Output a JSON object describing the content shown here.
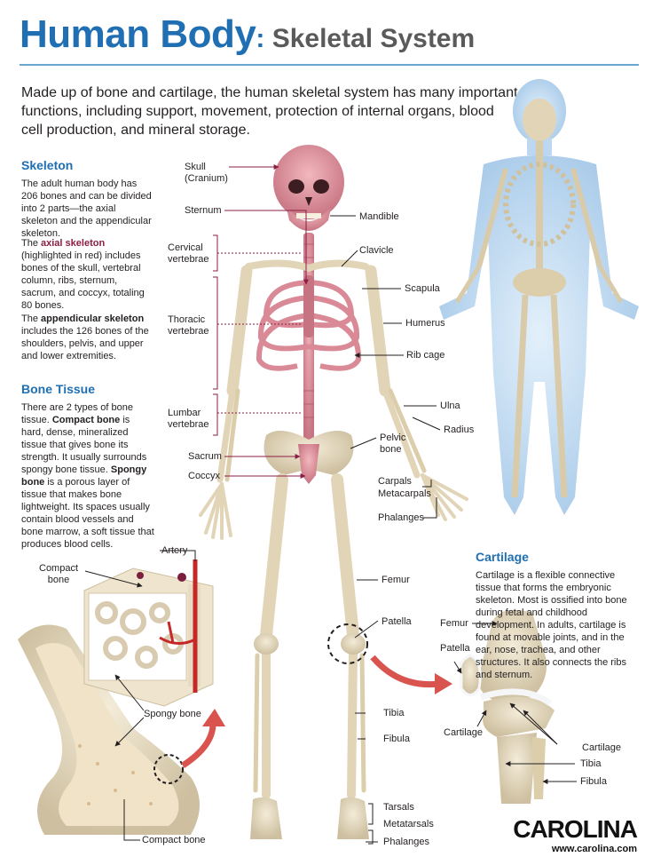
{
  "header": {
    "title_main": "Human Body",
    "title_colon": ":",
    "title_sub": " Skeletal System",
    "intro": "Made up of bone and cartilage, the human skeletal system has many important functions, including support, movement, protection of internal organs, blood cell production, and mineral storage."
  },
  "skeleton_section": {
    "heading": "Skeleton",
    "p1": "The adult human body has 206 bones and can be divided into 2 parts—the axial skeleton and the appendicular skeleton.",
    "p2_pre": "The ",
    "p2_bold": "axial skeleton",
    "p2_post": " (highlighted in red) includes bones of the skull, vertebral column, ribs, sternum, sacrum, and coccyx, totaling 80 bones.",
    "p3_pre": "The ",
    "p3_bold": "appendicular skeleton",
    "p3_post": " includes the 126 bones of the shoulders, pelvis, and upper and lower extremities."
  },
  "bone_tissue_section": {
    "heading": "Bone Tissue",
    "p1_pre": "There are 2 types of bone tissue. ",
    "p1_bold1": "Compact bone",
    "p1_mid": " is hard, dense, mineralized tissue that gives bone its strength. It usually surrounds spongy bone tissue. ",
    "p1_bold2": "Spongy bone",
    "p1_post": " is a porous layer of tissue that makes bone lightweight. Its spaces usually contain blood vessels and bone marrow, a soft tissue that produces blood cells."
  },
  "labels": {
    "skull": "Skull",
    "cranium": "(Cranium)",
    "sternum": "Sternum",
    "mandible": "Mandible",
    "cervical1": "Cervical",
    "cervical2": "vertebrae",
    "clavicle": "Clavicle",
    "scapula": "Scapula",
    "thoracic1": "Thoracic",
    "thoracic2": "vertebrae",
    "humerus": "Humerus",
    "ribcage": "Rib cage",
    "ulna": "Ulna",
    "lumbar1": "Lumbar",
    "lumbar2": "vertebrae",
    "radius": "Radius",
    "pelvic1": "Pelvic",
    "pelvic2": "bone",
    "sacrum": "Sacrum",
    "coccyx": "Coccyx",
    "carpals": "Carpals",
    "metacarpals": "Metacarpals",
    "phalanges_hand": "Phalanges",
    "artery": "Artery",
    "compact1": "Compact",
    "compact2": "bone",
    "femur": "Femur",
    "patella": "Patella",
    "spongy": "Spongy bone",
    "tibia": "Tibia",
    "fibula": "Fibula",
    "compact_bottom": "Compact bone",
    "tarsals": "Tarsals",
    "metatarsals": "Metatarsals",
    "phalanges_foot": "Phalanges",
    "knee_femur": "Femur",
    "knee_patella": "Patella",
    "knee_cartilage_left": "Cartilage",
    "knee_cartilage_right": "Cartilage",
    "knee_tibia": "Tibia",
    "knee_fibula": "Fibula"
  },
  "cartilage_section": {
    "heading": "Cartilage",
    "text": "Cartilage is a flexible connective tissue that forms the embryonic skeleton. Most is ossified into bone during fetal and childhood development. In adults, cartilage is found at movable joints, and in the ear, nose, trachea, and other structures. It also connects the ribs and sternum."
  },
  "logo": {
    "name": "CAROLINA",
    "url": "www.carolina.com"
  },
  "colors": {
    "title_blue": "#1f6fb2",
    "axial_red": "#d98a96",
    "bone": "#e8dcc4",
    "label_purple": "#8b1e44"
  }
}
